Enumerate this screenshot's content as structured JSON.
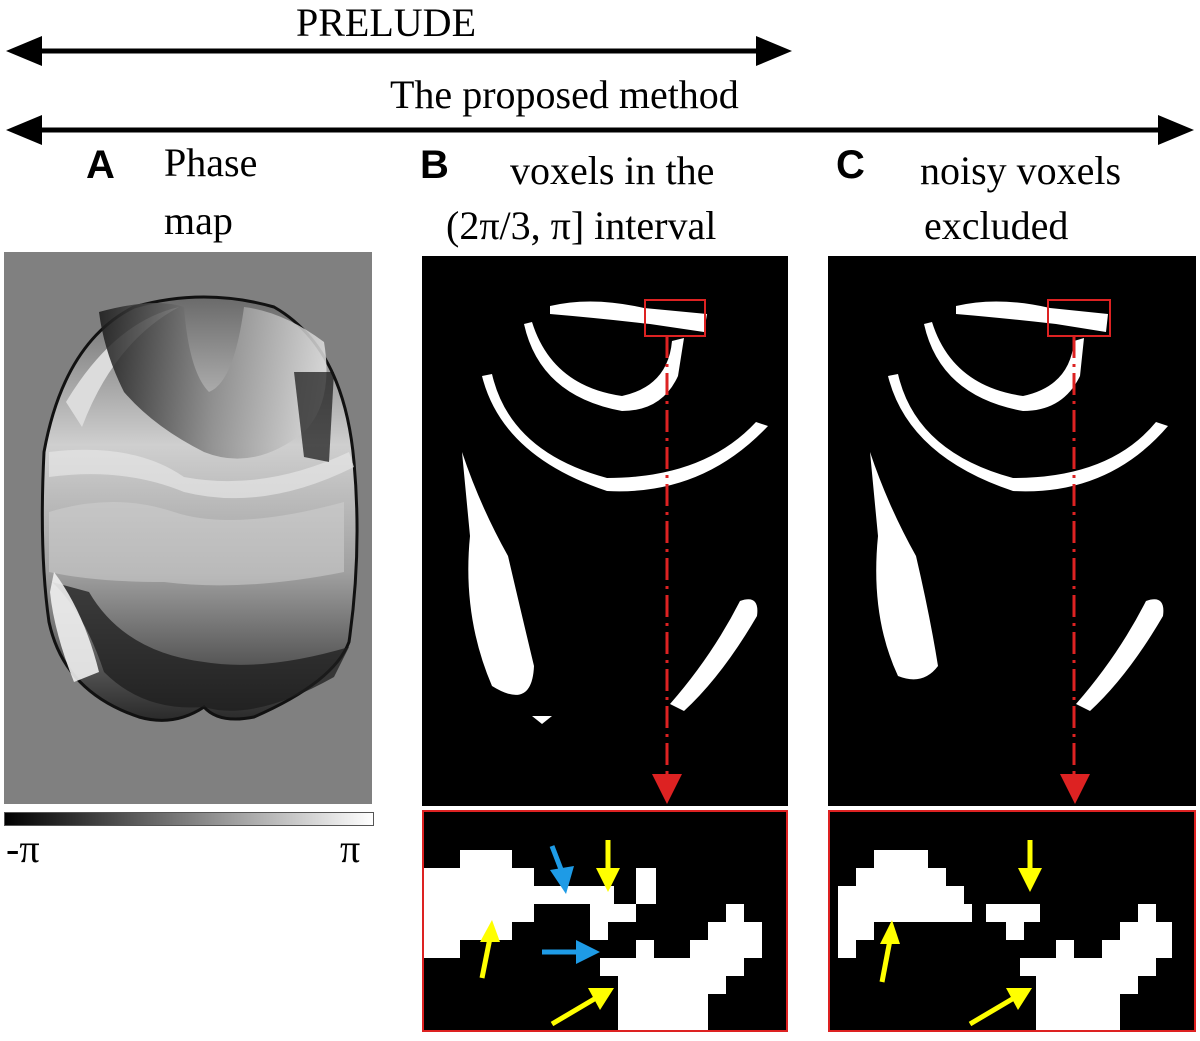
{
  "header": {
    "prelude_label": "PRELUDE",
    "proposed_label": "The proposed method"
  },
  "panels": [
    {
      "letter": "A",
      "title_line1": "Phase",
      "title_line2": "map"
    },
    {
      "letter": "B",
      "title_line1": "voxels in the",
      "title_line2": "(2π/3, π] interval"
    },
    {
      "letter": "C",
      "title_line1": "noisy voxels",
      "title_line2": "excluded"
    }
  ],
  "colorbar": {
    "min_label": "-π",
    "max_label": "π"
  },
  "colors": {
    "background": "#ffffff",
    "panel": "#000000",
    "highlight_box": "#dd2222",
    "yellow_arrow": "#ffff00",
    "blue_arrow": "#1e9be6",
    "phase_background": "#808080"
  },
  "icons": {
    "double_arrow": "double-arrow-icon",
    "yellow_arrow": "yellow-arrow-icon",
    "blue_arrow": "blue-arrow-icon"
  }
}
